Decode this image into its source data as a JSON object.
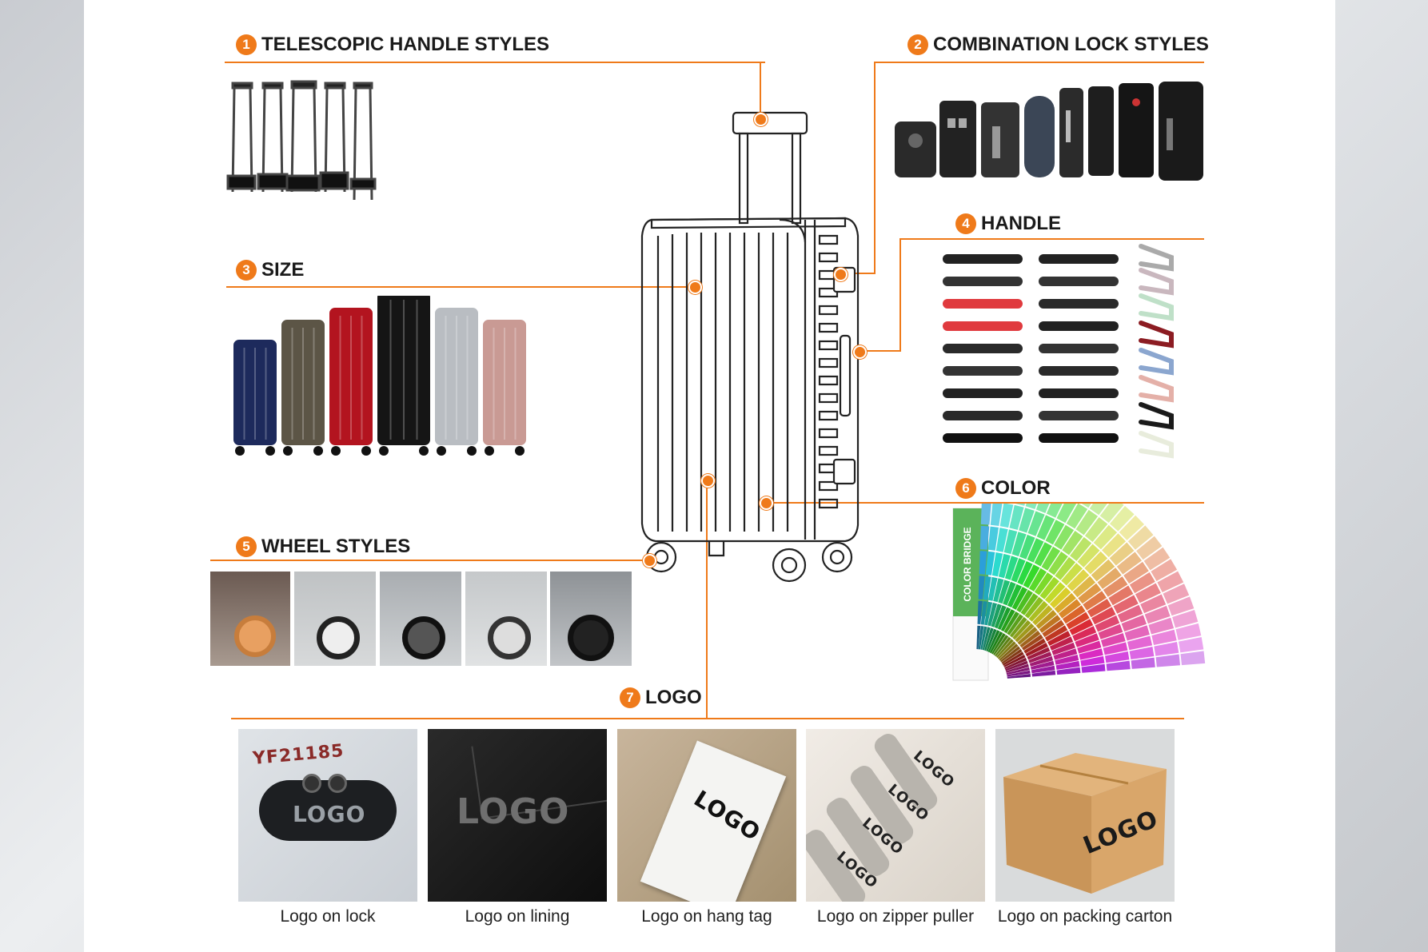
{
  "sections": {
    "s1": {
      "num": "1",
      "title": "TELESCOPIC HANDLE STYLES"
    },
    "s2": {
      "num": "2",
      "title": "COMBINATION LOCK STYLES"
    },
    "s3": {
      "num": "3",
      "title": "SIZE"
    },
    "s4": {
      "num": "4",
      "title": "HANDLE"
    },
    "s5": {
      "num": "5",
      "title": "WHEEL STYLES"
    },
    "s6": {
      "num": "6",
      "title": "COLOR"
    },
    "s7": {
      "num": "7",
      "title": "LOGO"
    }
  },
  "logo_examples": [
    {
      "caption": "Logo on lock"
    },
    {
      "caption": "Logo on lining"
    },
    {
      "caption": "Logo on hang tag"
    },
    {
      "caption": "Logo on zipper puller"
    },
    {
      "caption": "Logo on packing carton"
    }
  ],
  "imprints": {
    "lock_code": "YF21185",
    "logo_word": "LOGO",
    "fan_label": "COLOR BRIDGE"
  },
  "colors": {
    "accent": "#ef7a1a",
    "suitcases": [
      "#1d2a5c",
      "#5c5546",
      "#b3141f",
      "#151515",
      "#b9bdc2",
      "#c99a94"
    ]
  }
}
